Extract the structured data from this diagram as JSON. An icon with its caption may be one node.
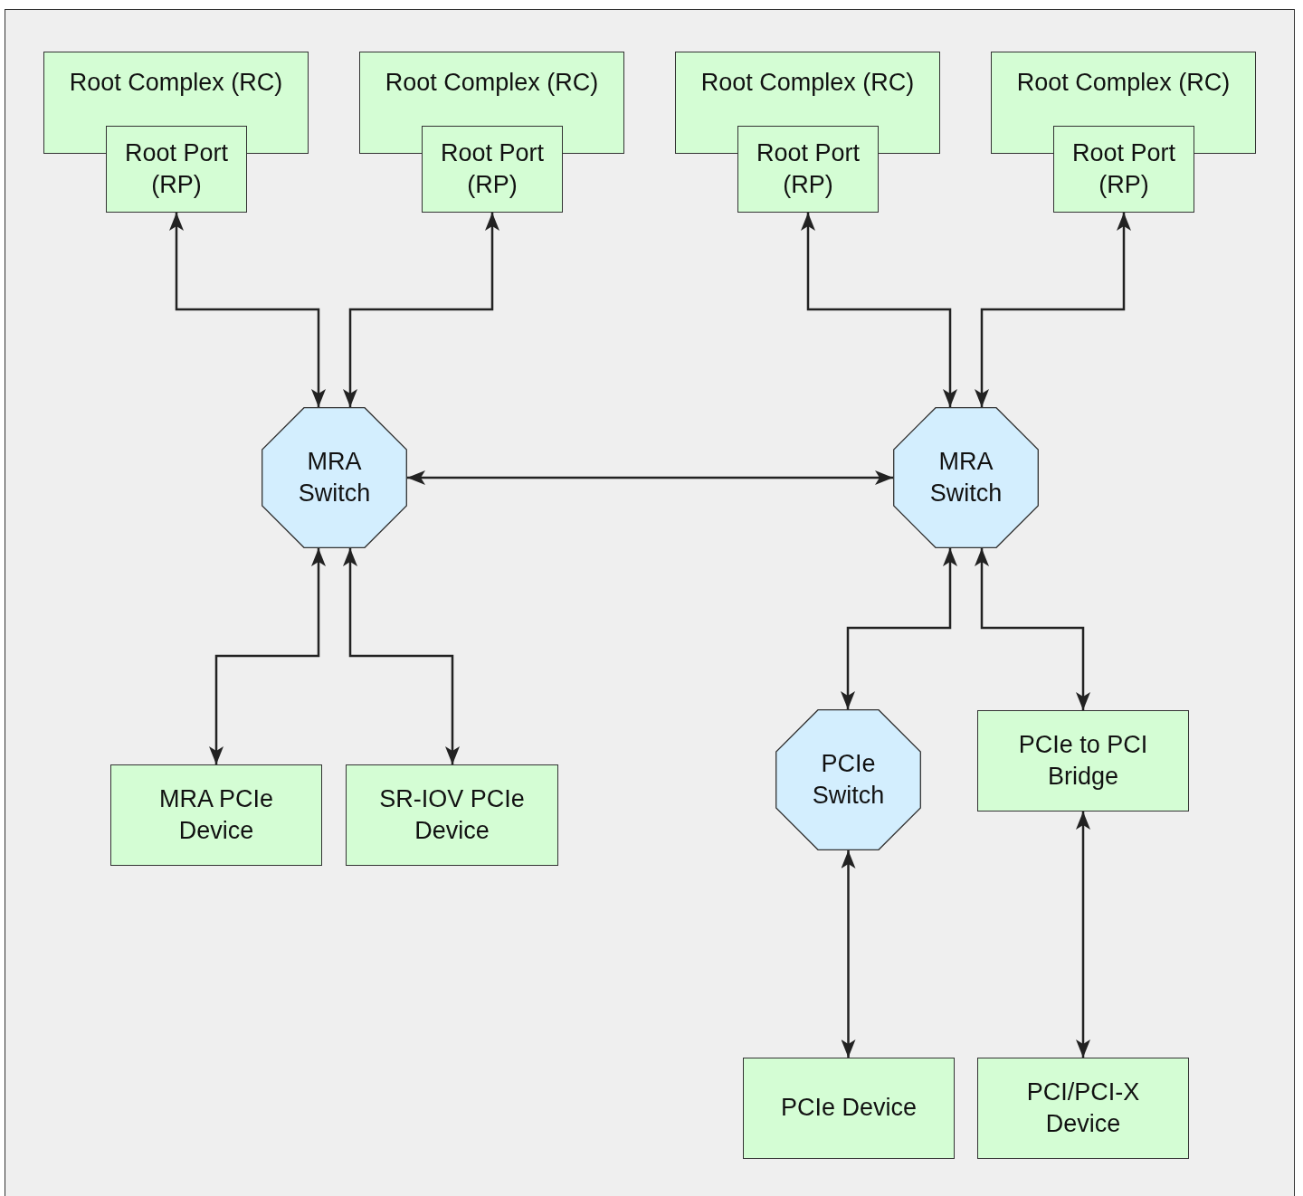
{
  "diagram": {
    "nodes": [
      {
        "text": [
          "Root Complex (RC)"
        ]
      },
      {
        "text": [
          "Root Port (RP)"
        ]
      },
      {
        "text": [
          "Root Complex (RC)"
        ]
      },
      {
        "text": [
          "Root Port (RP)"
        ]
      },
      {
        "text": [
          "Root Complex (RC)"
        ]
      },
      {
        "text": [
          "Root Port (RP)"
        ]
      },
      {
        "text": [
          "Root Complex (RC)"
        ]
      },
      {
        "text": [
          "Root Port (RP)"
        ]
      },
      {
        "text": [
          "MRA Switch"
        ]
      },
      {
        "text": [
          "MRA Switch"
        ]
      },
      {
        "text": [
          "MRA PCIe Device"
        ]
      },
      {
        "text": [
          "SR-IOV PCIe Device"
        ]
      },
      {
        "text": [
          "PCIe Switch"
        ]
      },
      {
        "text": [
          "PCIe to PCI Bridge"
        ]
      },
      {
        "text": [
          "PCIe Device"
        ]
      },
      {
        "text": [
          "PCI/PCI-X Device"
        ]
      }
    ],
    "edges": [
      {
        "from": 1,
        "to": 8,
        "arrow": "both"
      },
      {
        "from": 3,
        "to": 8,
        "arrow": "both"
      },
      {
        "from": 5,
        "to": 9,
        "arrow": "both"
      },
      {
        "from": 7,
        "to": 9,
        "arrow": "both"
      },
      {
        "from": 8,
        "to": 9,
        "arrow": "both"
      },
      {
        "from": 8,
        "to": 10,
        "arrow": "both"
      },
      {
        "from": 8,
        "to": 11,
        "arrow": "both"
      },
      {
        "from": 9,
        "to": 12,
        "arrow": "both"
      },
      {
        "from": 9,
        "to": 13,
        "arrow": "both"
      },
      {
        "from": 12,
        "to": 14,
        "arrow": "both"
      },
      {
        "from": 13,
        "to": 15,
        "arrow": "both"
      }
    ]
  }
}
